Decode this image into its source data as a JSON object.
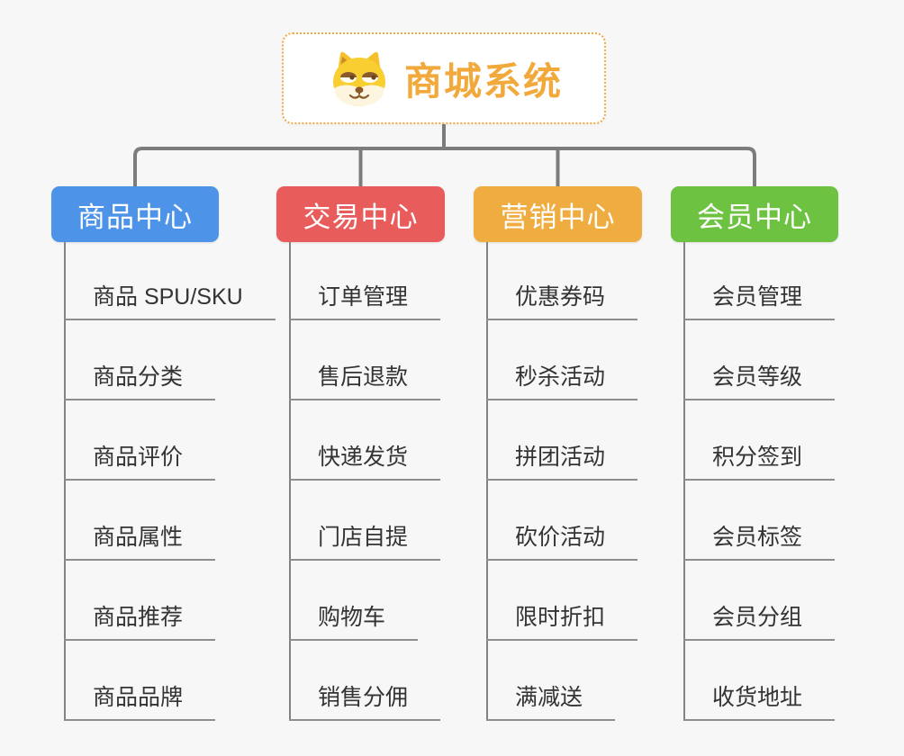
{
  "root": {
    "title": "商城系统",
    "icon": "doge-icon",
    "accent_color": "#f2a93c",
    "border_color": "#f0a843"
  },
  "connector_colors": {
    "top_tree": "#7c7c7c",
    "sub_lines": "#8e8e8e"
  },
  "branches": [
    {
      "label": "商品中心",
      "color": "#4d94e8",
      "items": [
        "商品 SPU/SKU",
        "商品分类",
        "商品评价",
        "商品属性",
        "商品推荐",
        "商品品牌"
      ]
    },
    {
      "label": "交易中心",
      "color": "#e85c5c",
      "items": [
        "订单管理",
        "售后退款",
        "快递发货",
        "门店自提",
        "购物车",
        "销售分佣"
      ]
    },
    {
      "label": "营销中心",
      "color": "#efac40",
      "items": [
        "优惠券码",
        "秒杀活动",
        "拼团活动",
        "砍价活动",
        "限时折扣",
        "满减送"
      ]
    },
    {
      "label": "会员中心",
      "color": "#6dc242",
      "items": [
        "会员管理",
        "会员等级",
        "积分签到",
        "会员标签",
        "会员分组",
        "收货地址"
      ]
    }
  ]
}
